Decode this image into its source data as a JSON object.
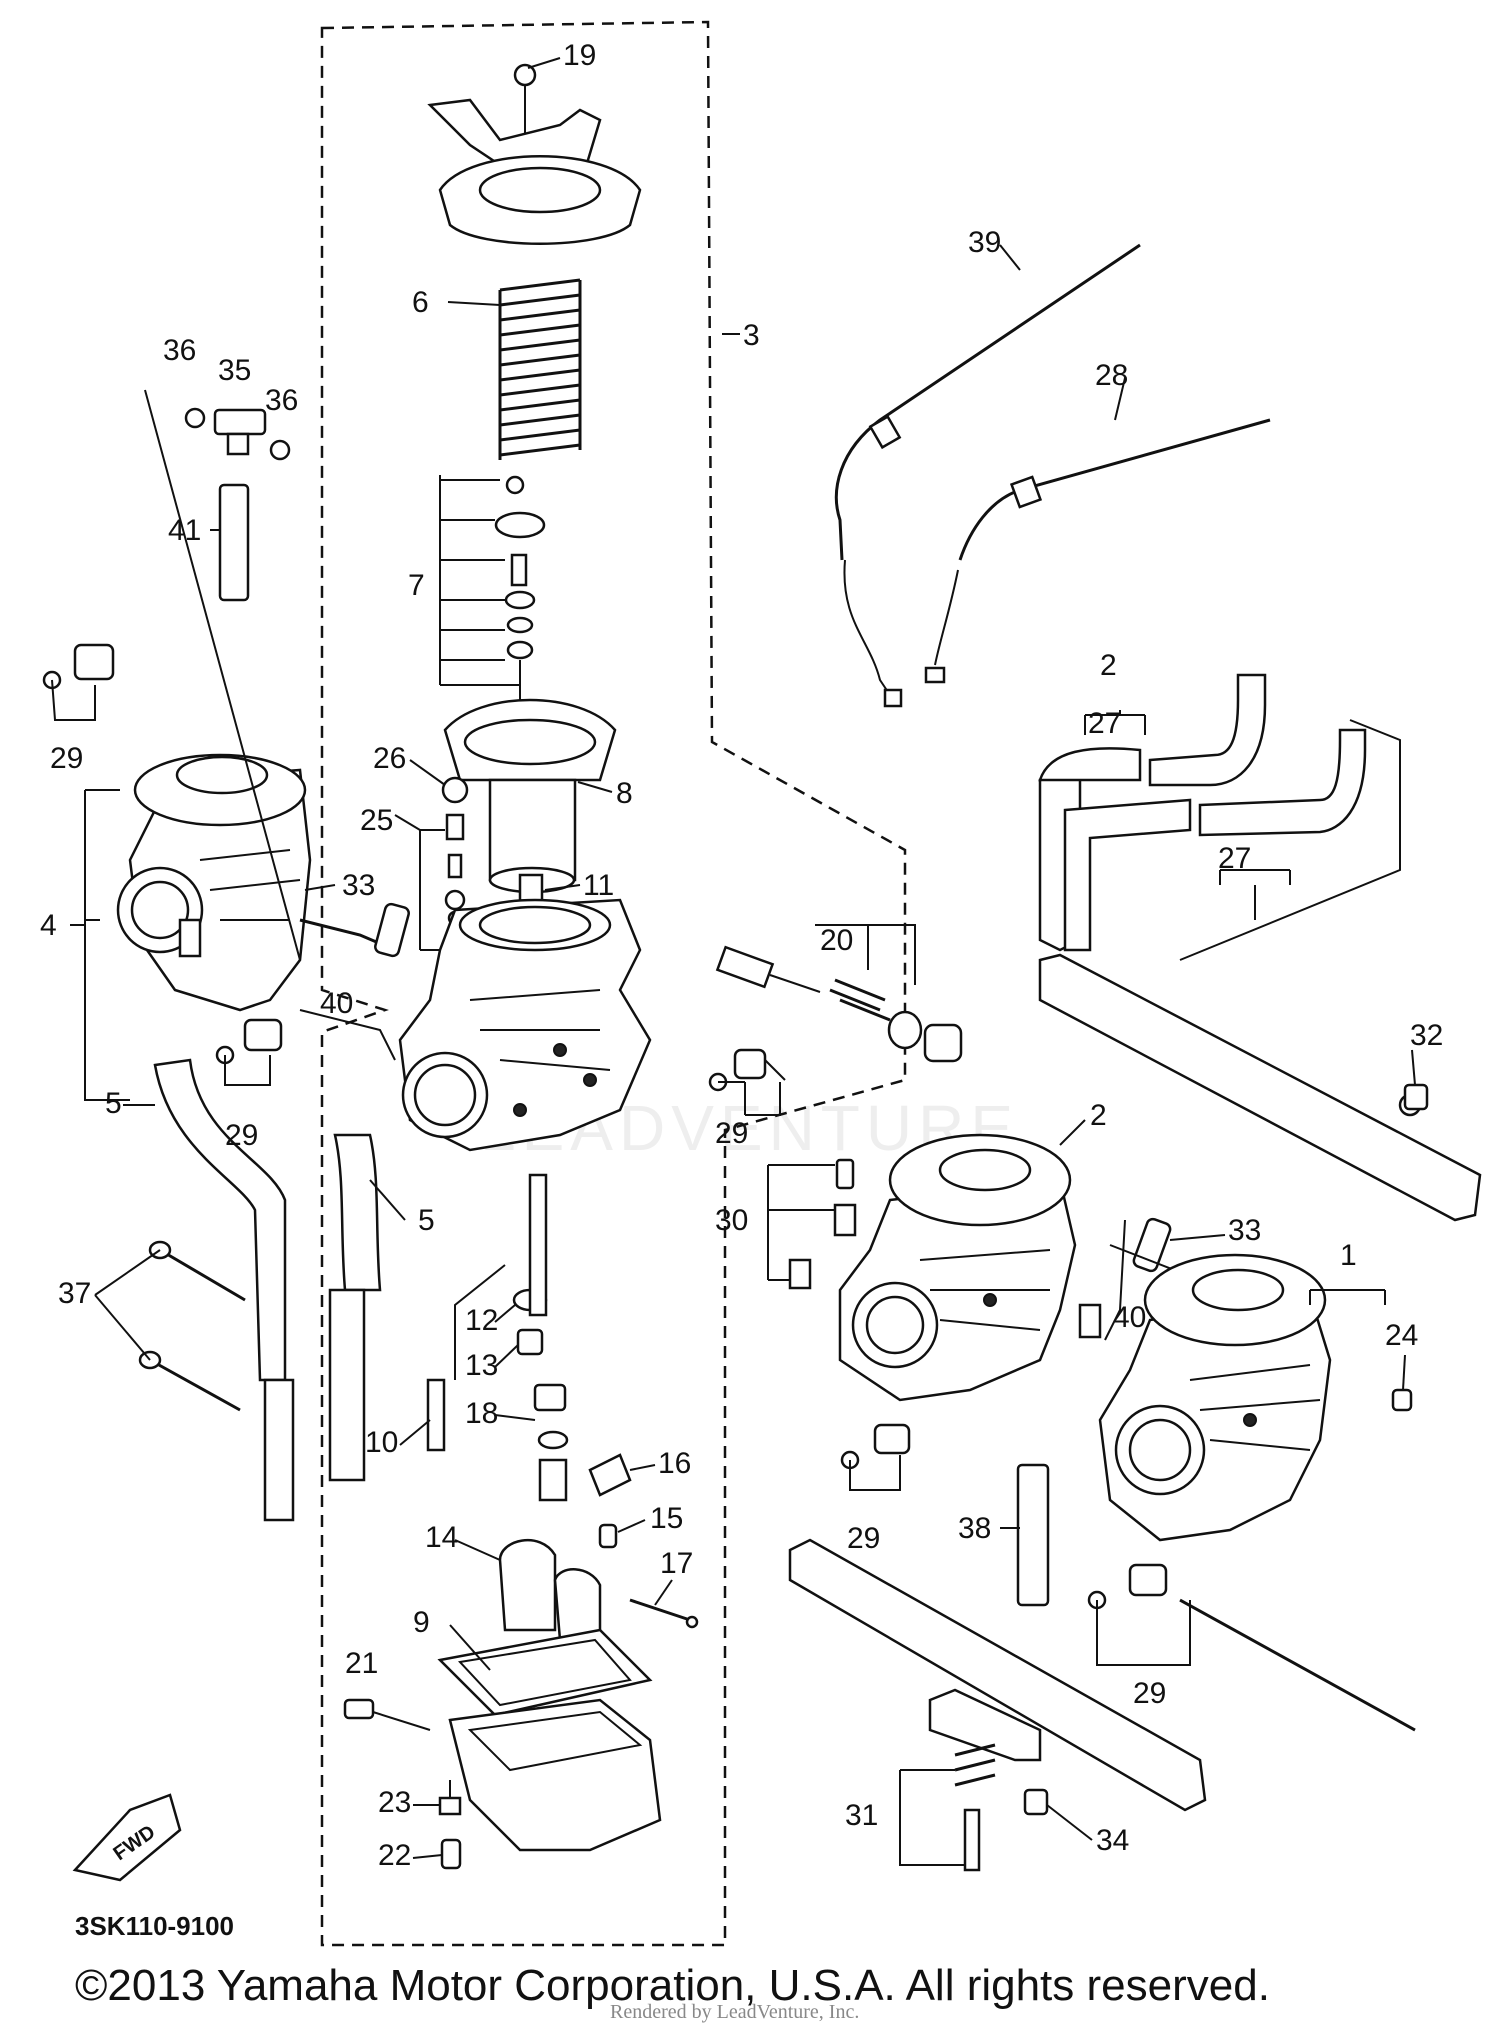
{
  "diagram_code": "3SK110-9100",
  "copyright": "©2013 Yamaha Motor Corporation, U.S.A. All rights reserved.",
  "watermark": "Rendered by LeadVenture, Inc.",
  "background_mark": "LEADVENTURE",
  "fwd_label": "FWD",
  "callouts": [
    "1",
    "2",
    "3",
    "4",
    "5",
    "6",
    "7",
    "8",
    "9",
    "10",
    "11",
    "12",
    "13",
    "14",
    "15",
    "16",
    "17",
    "18",
    "19",
    "20",
    "21",
    "22",
    "23",
    "24",
    "25",
    "26",
    "27",
    "28",
    "29",
    "30",
    "31",
    "32",
    "33",
    "34",
    "35",
    "36",
    "37",
    "38",
    "39",
    "40",
    "41"
  ]
}
